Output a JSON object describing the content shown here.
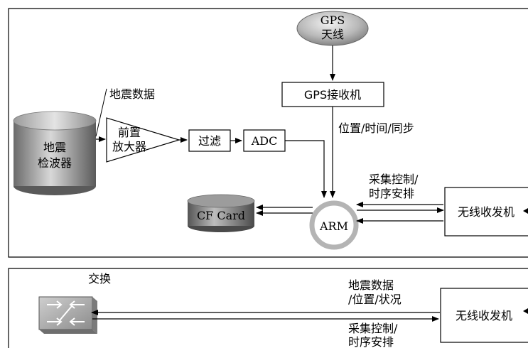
{
  "top_panel": {
    "gps_antenna_line1": "GPS",
    "gps_antenna_line2": "天线",
    "gps_receiver": "GPS接收机",
    "position_time_sync": "位置/时间/同步",
    "seismic_data_label": "地震数据",
    "geophone_line1": "地震",
    "geophone_line2": "检波器",
    "preamp_line1": "前置",
    "preamp_line2": "放大器",
    "filter": "过滤",
    "adc": "ADC",
    "cf_card": "CF Card",
    "arm": "ARM",
    "acq_control_line1": "采集控制/",
    "acq_control_line2": "时序安排",
    "wireless_transceiver": "无线收发机"
  },
  "bottom_panel": {
    "switch_label": "交换",
    "data_line1": "地震数据",
    "data_line2": "/位置/状况",
    "acq_control_line1": "采集控制/",
    "acq_control_line2": "时序安排",
    "wireless_transceiver": "无线收发机"
  },
  "colors": {
    "cylinder_dark": "#5a5a5a",
    "cylinder_light": "#dcdcdc",
    "arm_ring": "#b4b4b4"
  }
}
